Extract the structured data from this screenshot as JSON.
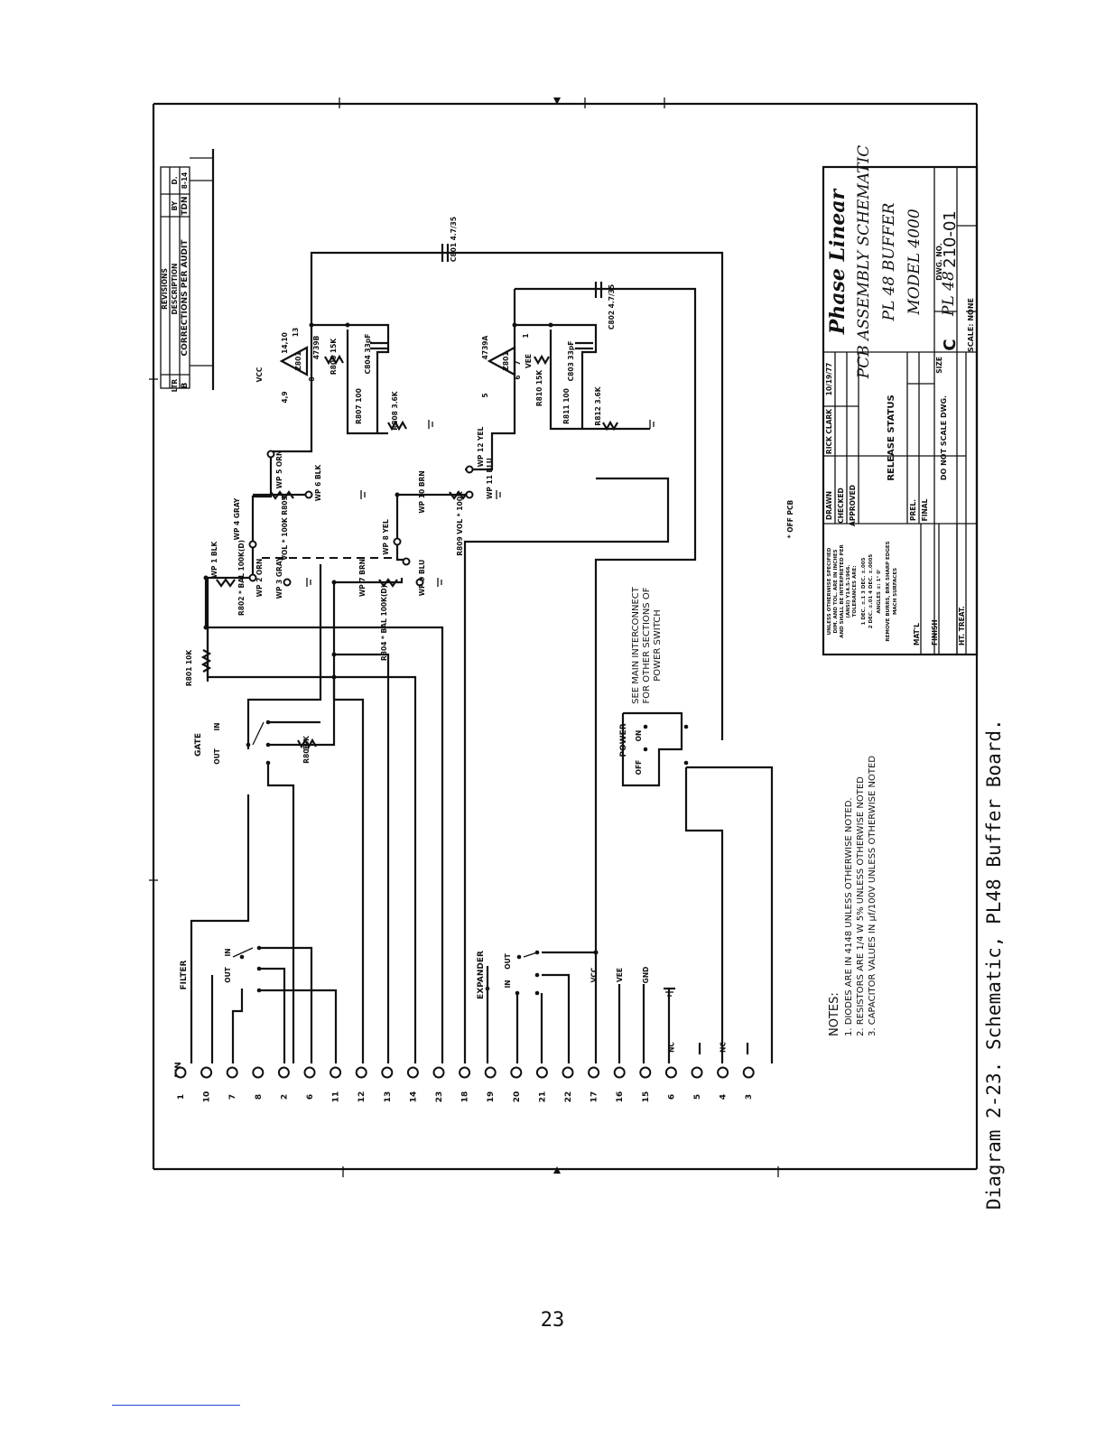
{
  "caption": "Diagram 2-23.  Schematic, PL48 Buffer Board.",
  "page_number": "23",
  "revisions": {
    "heading": "REVISIONS",
    "col_ltr": "LTR",
    "col_description": "DESCRIPTION",
    "col_by": "BY",
    "col_date": "D.",
    "row_ltr": "B",
    "row_description": "CORRECTIONS PER AUDIT",
    "row_by": "TDN",
    "row_date": "8-14"
  },
  "title_block": {
    "company": "Phase Linear",
    "title_line1": "PCB ASSEMBLY SCHEMATIC",
    "title_line2": "PL 48  BUFFER",
    "title_line3": "MODEL 4000",
    "size_label": "SIZE",
    "size_value": "C",
    "part_value": "PL 48",
    "dwg_no_label": "DWG. NO.",
    "dwg_no": "210-01",
    "scale": "SCALE: NONE",
    "do_not_scale": "DO NOT SCALE DWG.",
    "release_status": "RELEASE STATUS",
    "drawn_label": "DRAWN",
    "drawn_by": "RICK CLARK",
    "drawn_date": "10/19/77",
    "checked_label": "CHECKED",
    "approved_label": "APPROVED",
    "prel_label": "PREL.",
    "final_label": "FINAL",
    "tolerance_text_1": "UNLESS OTHERWISE SPECIFIED",
    "tolerance_text_2": "DIM. AND TOL. ARE IN INCHES",
    "tolerance_text_3": "AND SHALL BE INTERPRETED PER",
    "tolerance_text_4": "(ANSI) Y14.5-1966.",
    "tolerance_text_5": "TOLERANCES ARE:",
    "tolerance_text_6": "1 DEC. ±.1   3 DEC. ±.005",
    "tolerance_text_7": "2 DEC. ±.01   4 DEC. ±.0005",
    "tolerance_text_8": "ANGLES ±: 1° 0'",
    "tolerance_text_9": "REMOVE BURRS, BRK SHARP EDGES",
    "tolerance_text_10": "MACH SURFACES",
    "matl_label": "MAT'L",
    "finish_label": "FINISH",
    "ht_treat_label": "HT. TREAT."
  },
  "notes": {
    "heading": "NOTES:",
    "items": [
      "1. DIODES ARE IN 4148 UNLESS OTHERWISE NOTED.",
      "2. RESISTORS ARE 1/4 W 5% UNLESS OTHERWISE NOTED",
      "3. CAPACITOR VALUES IN µf/100V UNLESS OTHERWISE NOTED"
    ]
  },
  "power_note": [
    "SEE MAIN INTERCONNECT",
    "FOR OTHER SECTIONS OF",
    "POWER SWITCH"
  ],
  "off_pcb": "* OFF PCB",
  "pins": {
    "header": "PIN",
    "numbers": [
      "1",
      "10",
      "7",
      "8",
      "2",
      "6",
      "11",
      "12",
      "13",
      "14",
      "23",
      "18",
      "19",
      "20",
      "21",
      "22",
      "17",
      "16",
      "15",
      "6",
      "5",
      "4",
      "3"
    ],
    "nc": "NC",
    "vcc": "VCC",
    "vee": "VEE",
    "gnd": "GND"
  },
  "switches": {
    "filter": "FILTER",
    "expander": "EXPANDER",
    "gate": "GATE",
    "power": "POWER",
    "in": "IN",
    "out": "OUT",
    "on": "ON",
    "off": "OFF"
  },
  "components": {
    "r801": "R801 10K",
    "r803": "R803",
    "r803_val": "10K",
    "r802": "R802 * BAL 100K(D)",
    "r804": "R804 * BAL 100K(D)",
    "r805": "VOL * 100K R805",
    "r809": "R809 VOL * 100K",
    "r806": "R806 15K",
    "r807": "R807 100",
    "r808": "R808 3.6K",
    "r810": "R810 15K",
    "r811": "R811 100",
    "r812": "R812 3.6K",
    "c801": "C801 4.7/35",
    "c802": "C802 4.7/35",
    "c804": "C804 33pF",
    "c803": "C803 33pF",
    "z801a": "Z801",
    "z801b": "Z801",
    "ic_a": "4739B",
    "ic_b": "4739A",
    "vcc": "VCC",
    "vee": "VEE",
    "pins_a": "4,9",
    "pins_a2": "14,10",
    "pins_a3": "13",
    "pin_8": "8",
    "pin_5": "5",
    "pin_6": "6",
    "pin_1": "1",
    "pin_7": "7"
  },
  "wiring_points": {
    "wp1": "WP 1 BLK",
    "wp2": "WP 2 ORN",
    "wp3": "WP 3 GRAY",
    "wp4": "WP 4 GRAY",
    "wp5": "WP 5 ORN",
    "wp6": "WP 6 BLK",
    "wp7": "WP 7 BRN",
    "wp8": "WP 8 YEL",
    "wp9": "WP 9 BLU",
    "wp10": "WP 10 BRN",
    "wp11": "WP 11 BLU",
    "wp12": "WP 12 YEL"
  }
}
